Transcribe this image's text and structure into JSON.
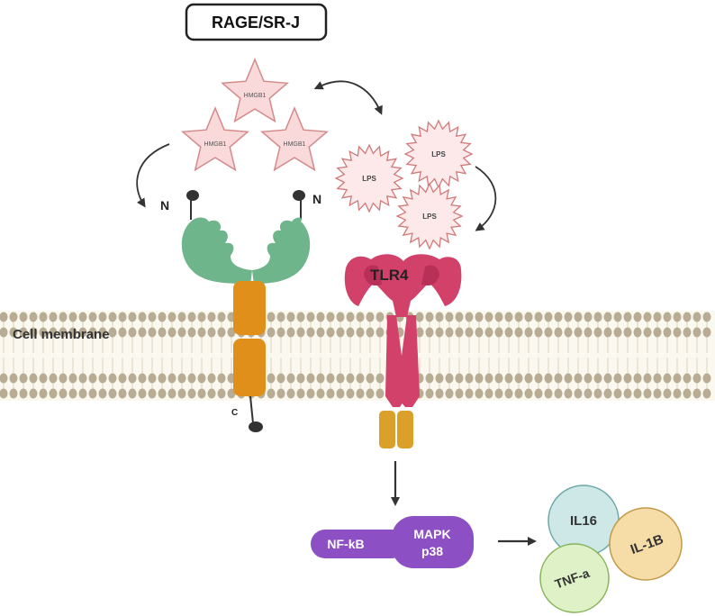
{
  "title": "RAGE/SR-J",
  "membrane_label": "Cell membrane",
  "ligands": {
    "hmgb1_label": "HMGB1",
    "lps_label": "LPS"
  },
  "receptors": {
    "rage_n_left": "N",
    "rage_n_right": "N",
    "rage_c": "C",
    "tlr4_label": "TLR4"
  },
  "signaling": {
    "nfkb": "NF-kB",
    "mapk": "MAPK",
    "p38": "p38"
  },
  "cytokines": {
    "il16": "IL16",
    "il1b": "IL-1B",
    "tnfa": "TNF-a"
  },
  "colors": {
    "star_fill": "#f9d9d9",
    "star_stroke": "#d48a8a",
    "rage_ecto": "#6fb58b",
    "rage_tm": "#e0901a",
    "tlr4": "#d2416a",
    "tlr4_tail": "#daa02a",
    "membrane_head": "#b8ad94",
    "kinase": "#8d4fc4",
    "il16_fill": "#cde8e6",
    "il1b_fill": "#f6dca6",
    "tnfa_fill": "#dff2c7"
  }
}
